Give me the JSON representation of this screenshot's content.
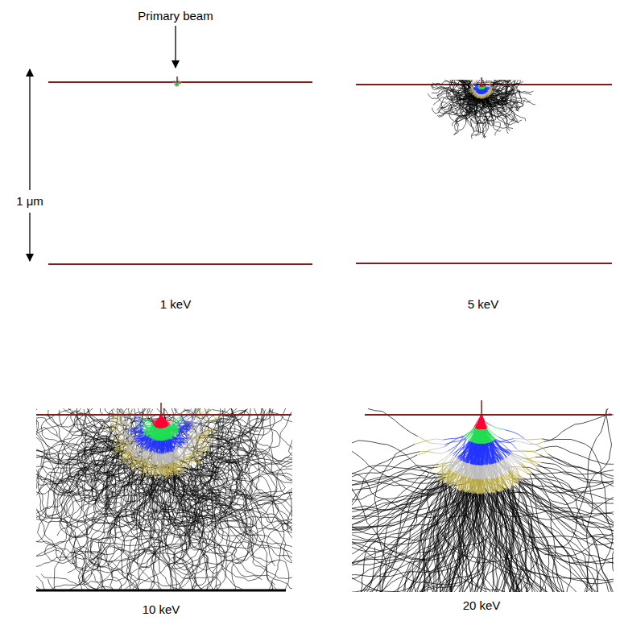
{
  "diagram": {
    "labels": [
      "Primary beam",
      "1 μm",
      "1 keV",
      "5 keV",
      "10 keV",
      "20 keV"
    ]
  }
}
